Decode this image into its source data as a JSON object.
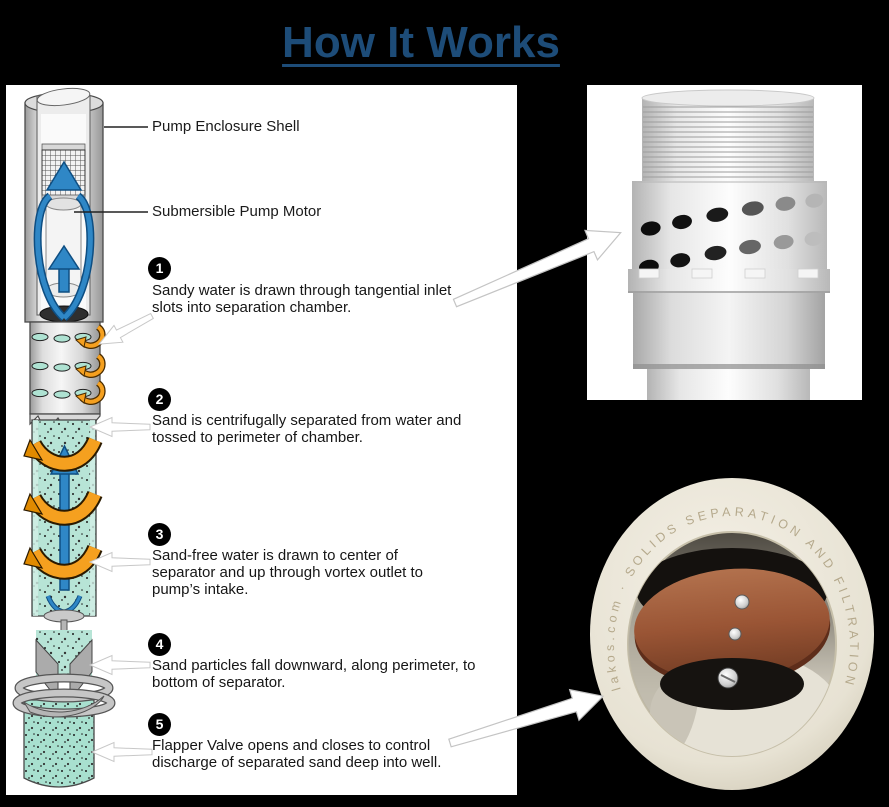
{
  "title": "How It Works",
  "part_labels": [
    {
      "label": "Pump Enclosure Shell"
    },
    {
      "label": "Submersible Pump Motor"
    }
  ],
  "steps": [
    {
      "num": "1",
      "text": "Sandy water is drawn through tangential inlet slots into separation chamber."
    },
    {
      "num": "2",
      "text": "Sand is centrifugally separated from water and tossed to perimeter of chamber."
    },
    {
      "num": "3",
      "text": "Sand-free water is drawn to center of separator and up through vortex outlet to pump’s intake."
    },
    {
      "num": "4",
      "text": "Sand particles fall downward, along perimeter, to bottom of separator."
    },
    {
      "num": "5",
      "text": "Flapper Valve opens and closes to control discharge of separated sand deep into well."
    }
  ],
  "photos": {
    "flapper_rim_text": "lakos.com · SOLIDS SEPARATION AND FILTRATION"
  },
  "colors": {
    "title_blue": "#1d4c78",
    "body_text": "#161616",
    "step_badge": "#000000",
    "water_blue": "#2f87c6",
    "sand_orange": "#f5a01f",
    "chamber_green": "#b7e4d6",
    "casing_gray": "#d9d9d9",
    "background": "#000000",
    "panel_white": "#ffffff"
  }
}
